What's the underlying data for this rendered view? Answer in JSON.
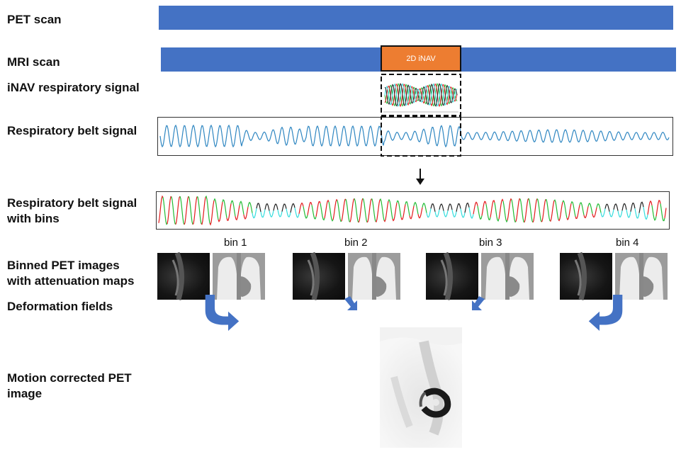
{
  "rows": {
    "pet_scan": "PET scan",
    "mri_scan": "MRI scan",
    "inav_signal": "iNAV respiratory signal",
    "belt_signal": "Respiratory belt signal",
    "belt_bins_line1": "Respiratory belt signal",
    "belt_bins_line2": "with bins",
    "binned_line1": "Binned PET images",
    "binned_line2": "with attenuation maps",
    "deformation": "Deformation fields",
    "motion_line1": "Motion corrected PET",
    "motion_line2": "image"
  },
  "mri_block": {
    "label": "2D iNAV",
    "color": "#ed7d31"
  },
  "bins": [
    "bin 1",
    "bin 2",
    "bin 3",
    "bin 4"
  ],
  "colors": {
    "scan_bar": "#4472c4",
    "signal": "#2e86c1",
    "arrow": "#4472c4",
    "bin_colors": [
      "#22bb33",
      "#e31a1c",
      "#33dddd",
      "#222222"
    ]
  }
}
